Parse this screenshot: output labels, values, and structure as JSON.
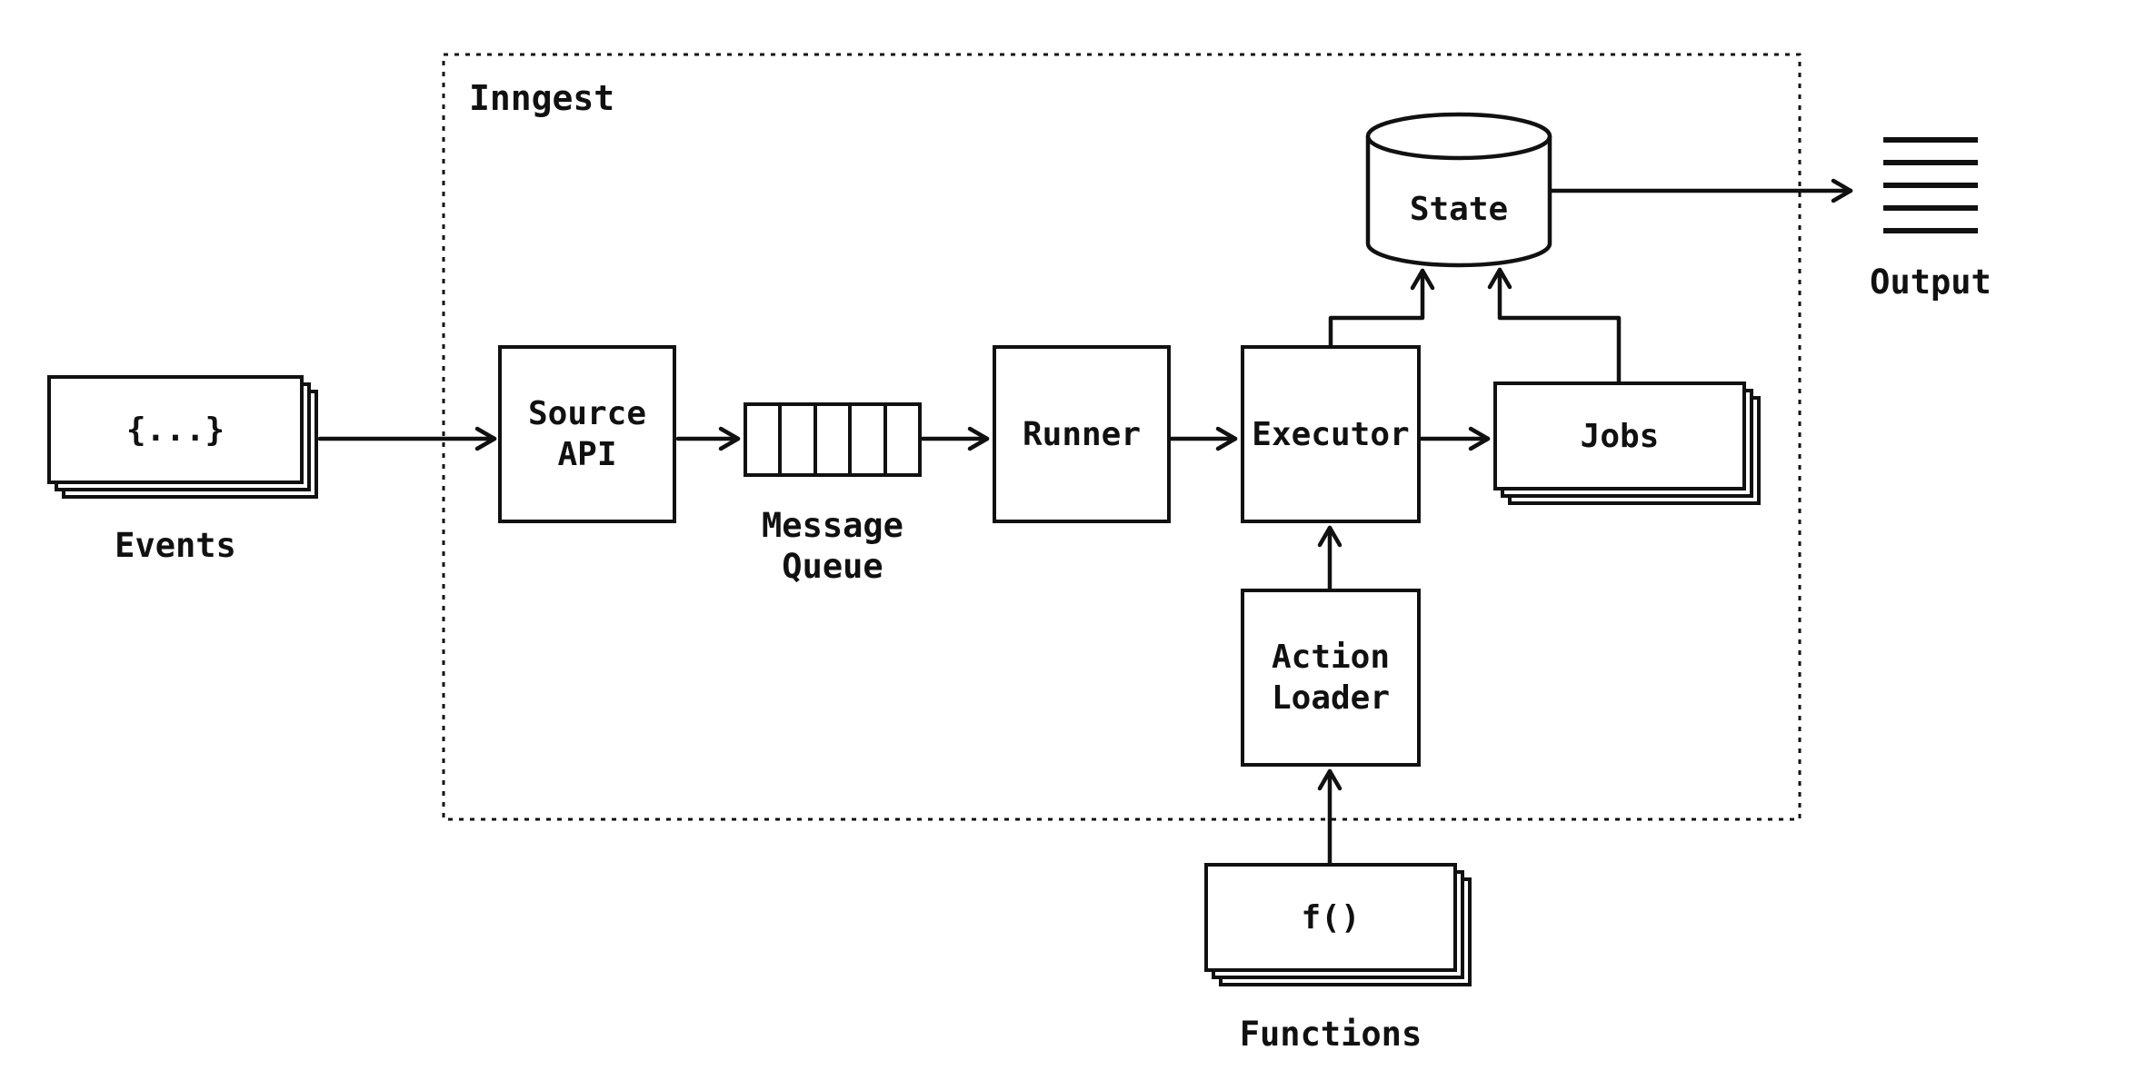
{
  "diagram": {
    "group": {
      "label": "Inngest"
    },
    "events": {
      "card_text": "{...}",
      "label": "Events"
    },
    "source_api": {
      "label": "Source\nAPI"
    },
    "message_queue": {
      "label": "Message\nQueue",
      "cell_count": 5
    },
    "runner": {
      "label": "Runner"
    },
    "executor": {
      "label": "Executor"
    },
    "jobs": {
      "label": "Jobs"
    },
    "state": {
      "label": "State"
    },
    "output": {
      "label": "Output"
    },
    "action_loader": {
      "label": "Action\nLoader"
    },
    "functions": {
      "card_text": "f()",
      "label": "Functions"
    }
  },
  "colors": {
    "stroke": "#111111",
    "background": "#ffffff"
  }
}
